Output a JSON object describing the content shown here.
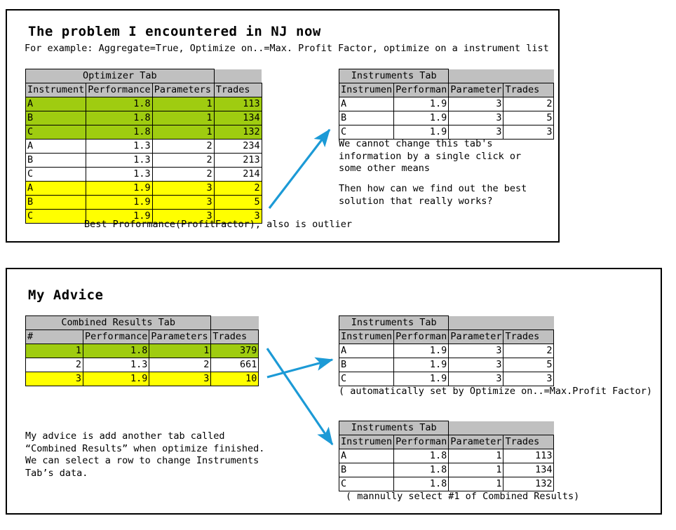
{
  "panels": {
    "problem": {
      "title": "The problem I encountered in NJ now",
      "subtitle": "For example: Aggregate=True, Optimize on..=Max. Profit Factor, optimize on a instrument list",
      "caption": "Best Proformance(ProfitFactor), also is outlier",
      "note1": "We cannot change this tab's\ninformation by a single click or\nsome other means",
      "note2": "Then how can we find out the best\nsolution that really works?"
    },
    "advice": {
      "title": "My Advice",
      "note": "My advice is add another tab called\n“Combined Results” when optimize finished.\nWe can select a row to change Instruments\nTab’s data.",
      "caption_auto": "( automatically set by Optimize on..=Max.Profit Factor)",
      "caption_manual": "( mannully select #1 of Combined Results)"
    }
  },
  "colors": {
    "header_gray": "#c0c0c0",
    "highlight_green": "#9fcc10",
    "highlight_yellow": "#ffff00",
    "arrow_blue": "#1c9ad6",
    "border": "#000000"
  },
  "tables": {
    "optimizer": {
      "tab_title": "Optimizer Tab",
      "columns": [
        "Instrument",
        "Performance",
        "Parameters",
        "Trades"
      ],
      "rows": [
        {
          "highlight": "green",
          "cells": [
            "A",
            "1.8",
            "1",
            "113"
          ]
        },
        {
          "highlight": "green",
          "cells": [
            "B",
            "1.8",
            "1",
            "134"
          ]
        },
        {
          "highlight": "green",
          "cells": [
            "C",
            "1.8",
            "1",
            "132"
          ]
        },
        {
          "highlight": "none",
          "cells": [
            "A",
            "1.3",
            "2",
            "234"
          ]
        },
        {
          "highlight": "none",
          "cells": [
            "B",
            "1.3",
            "2",
            "213"
          ]
        },
        {
          "highlight": "none",
          "cells": [
            "C",
            "1.3",
            "2",
            "214"
          ]
        },
        {
          "highlight": "yellow",
          "cells": [
            "A",
            "1.9",
            "3",
            "2"
          ]
        },
        {
          "highlight": "yellow",
          "cells": [
            "B",
            "1.9",
            "3",
            "5"
          ]
        },
        {
          "highlight": "yellow",
          "cells": [
            "C",
            "1.9",
            "3",
            "3"
          ]
        }
      ]
    },
    "instruments_problem": {
      "tab_title": "Instruments Tab",
      "columns": [
        "Instrumen",
        "Performan",
        "Parameter",
        "Trades"
      ],
      "rows": [
        {
          "highlight": "none",
          "cells": [
            "A",
            "1.9",
            "3",
            "2"
          ]
        },
        {
          "highlight": "none",
          "cells": [
            "B",
            "1.9",
            "3",
            "5"
          ]
        },
        {
          "highlight": "none",
          "cells": [
            "C",
            "1.9",
            "3",
            "3"
          ]
        }
      ]
    },
    "combined_results": {
      "tab_title": "Combined Results Tab",
      "columns": [
        "#",
        "Performance",
        "Parameters",
        "Trades"
      ],
      "rows": [
        {
          "highlight": "green",
          "cells": [
            "1",
            "1.8",
            "1",
            "379"
          ]
        },
        {
          "highlight": "none",
          "cells": [
            "2",
            "1.3",
            "2",
            "661"
          ]
        },
        {
          "highlight": "yellow",
          "cells": [
            "3",
            "1.9",
            "3",
            "10"
          ]
        }
      ]
    },
    "instruments_auto": {
      "tab_title": "Instruments Tab",
      "columns": [
        "Instrumen",
        "Performan",
        "Parameter",
        "Trades"
      ],
      "rows": [
        {
          "highlight": "none",
          "cells": [
            "A",
            "1.9",
            "3",
            "2"
          ]
        },
        {
          "highlight": "none",
          "cells": [
            "B",
            "1.9",
            "3",
            "5"
          ]
        },
        {
          "highlight": "none",
          "cells": [
            "C",
            "1.9",
            "3",
            "3"
          ]
        }
      ]
    },
    "instruments_manual": {
      "tab_title": "Instruments Tab",
      "columns": [
        "Instrumen",
        "Performan",
        "Parameter",
        "Trades"
      ],
      "rows": [
        {
          "highlight": "none",
          "cells": [
            "A",
            "1.8",
            "1",
            "113"
          ]
        },
        {
          "highlight": "none",
          "cells": [
            "B",
            "1.8",
            "1",
            "134"
          ]
        },
        {
          "highlight": "none",
          "cells": [
            "C",
            "1.8",
            "1",
            "132"
          ]
        }
      ]
    }
  }
}
